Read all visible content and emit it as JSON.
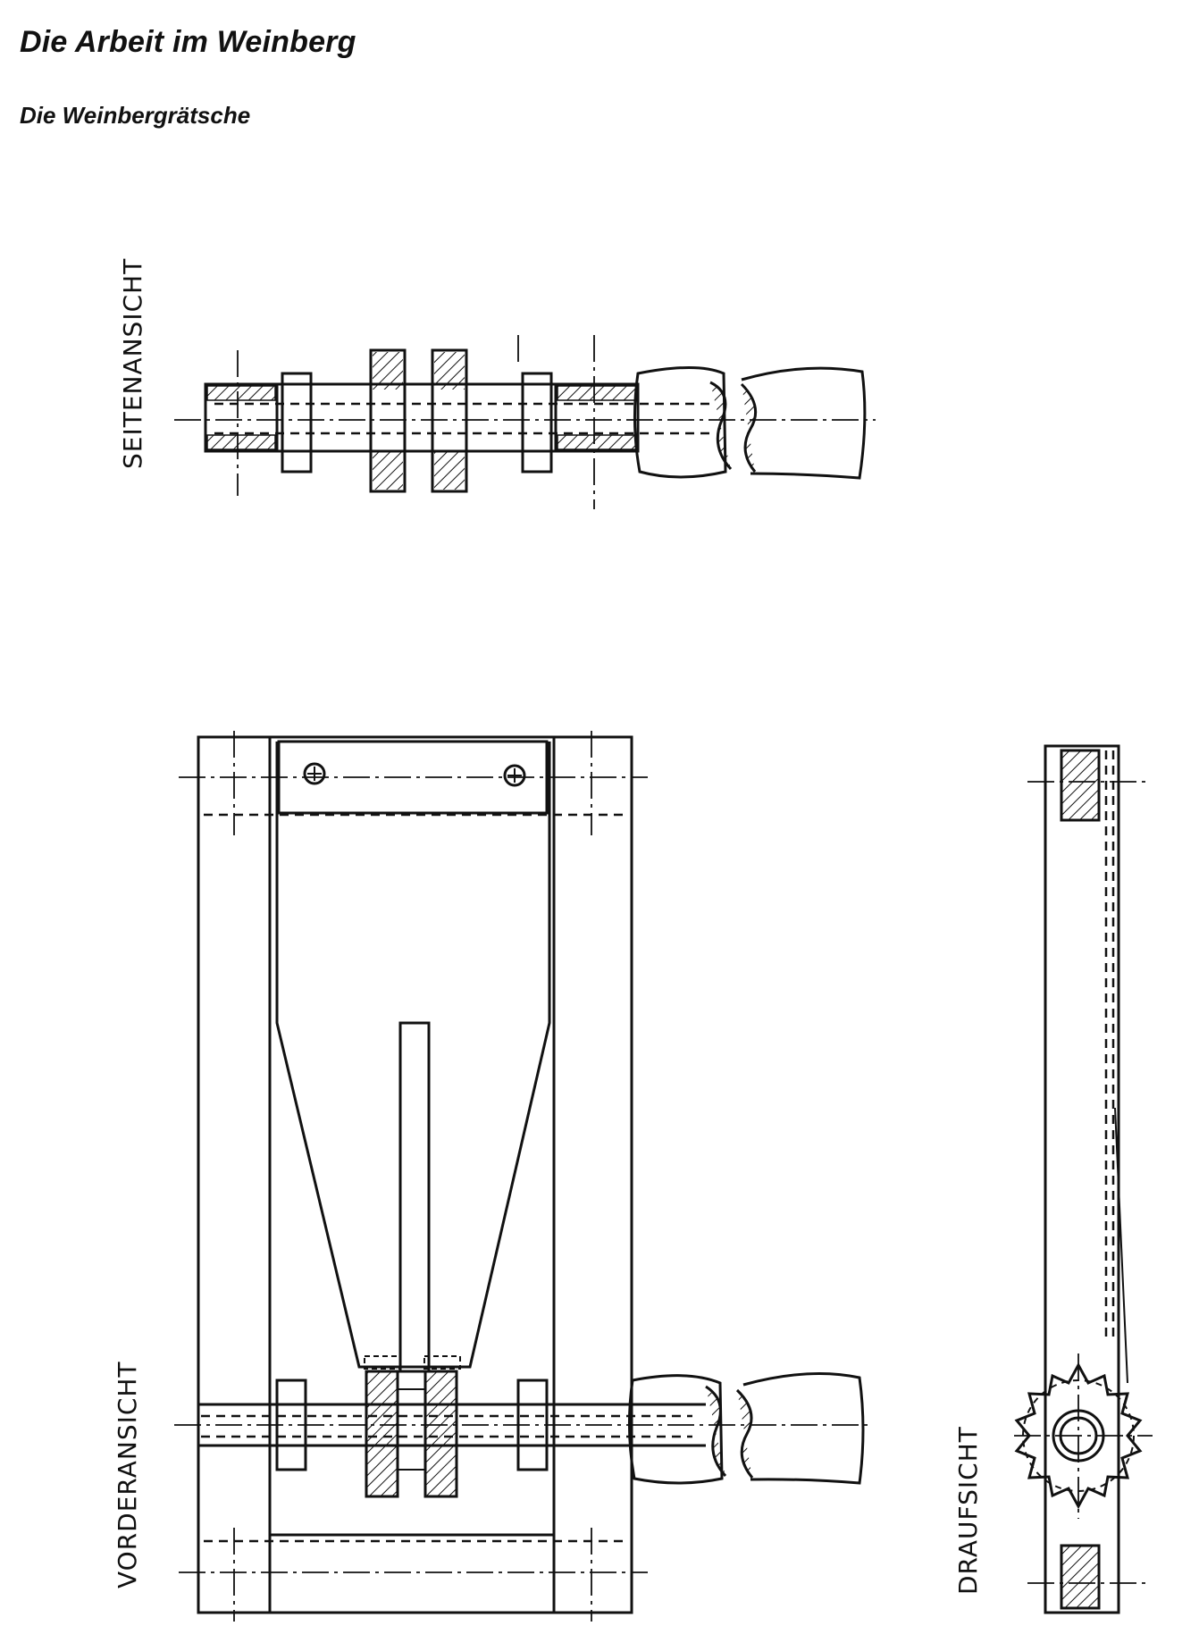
{
  "page": {
    "title": "Die Arbeit im Weinberg",
    "subtitle": "Die Weinbergrätsche"
  },
  "views": {
    "side": "SEITENANSICHT",
    "front": "VORDERANSICHT",
    "top": "DRAUFSICHT"
  },
  "colors": {
    "ink": "#111111",
    "paper": "#ffffff"
  }
}
